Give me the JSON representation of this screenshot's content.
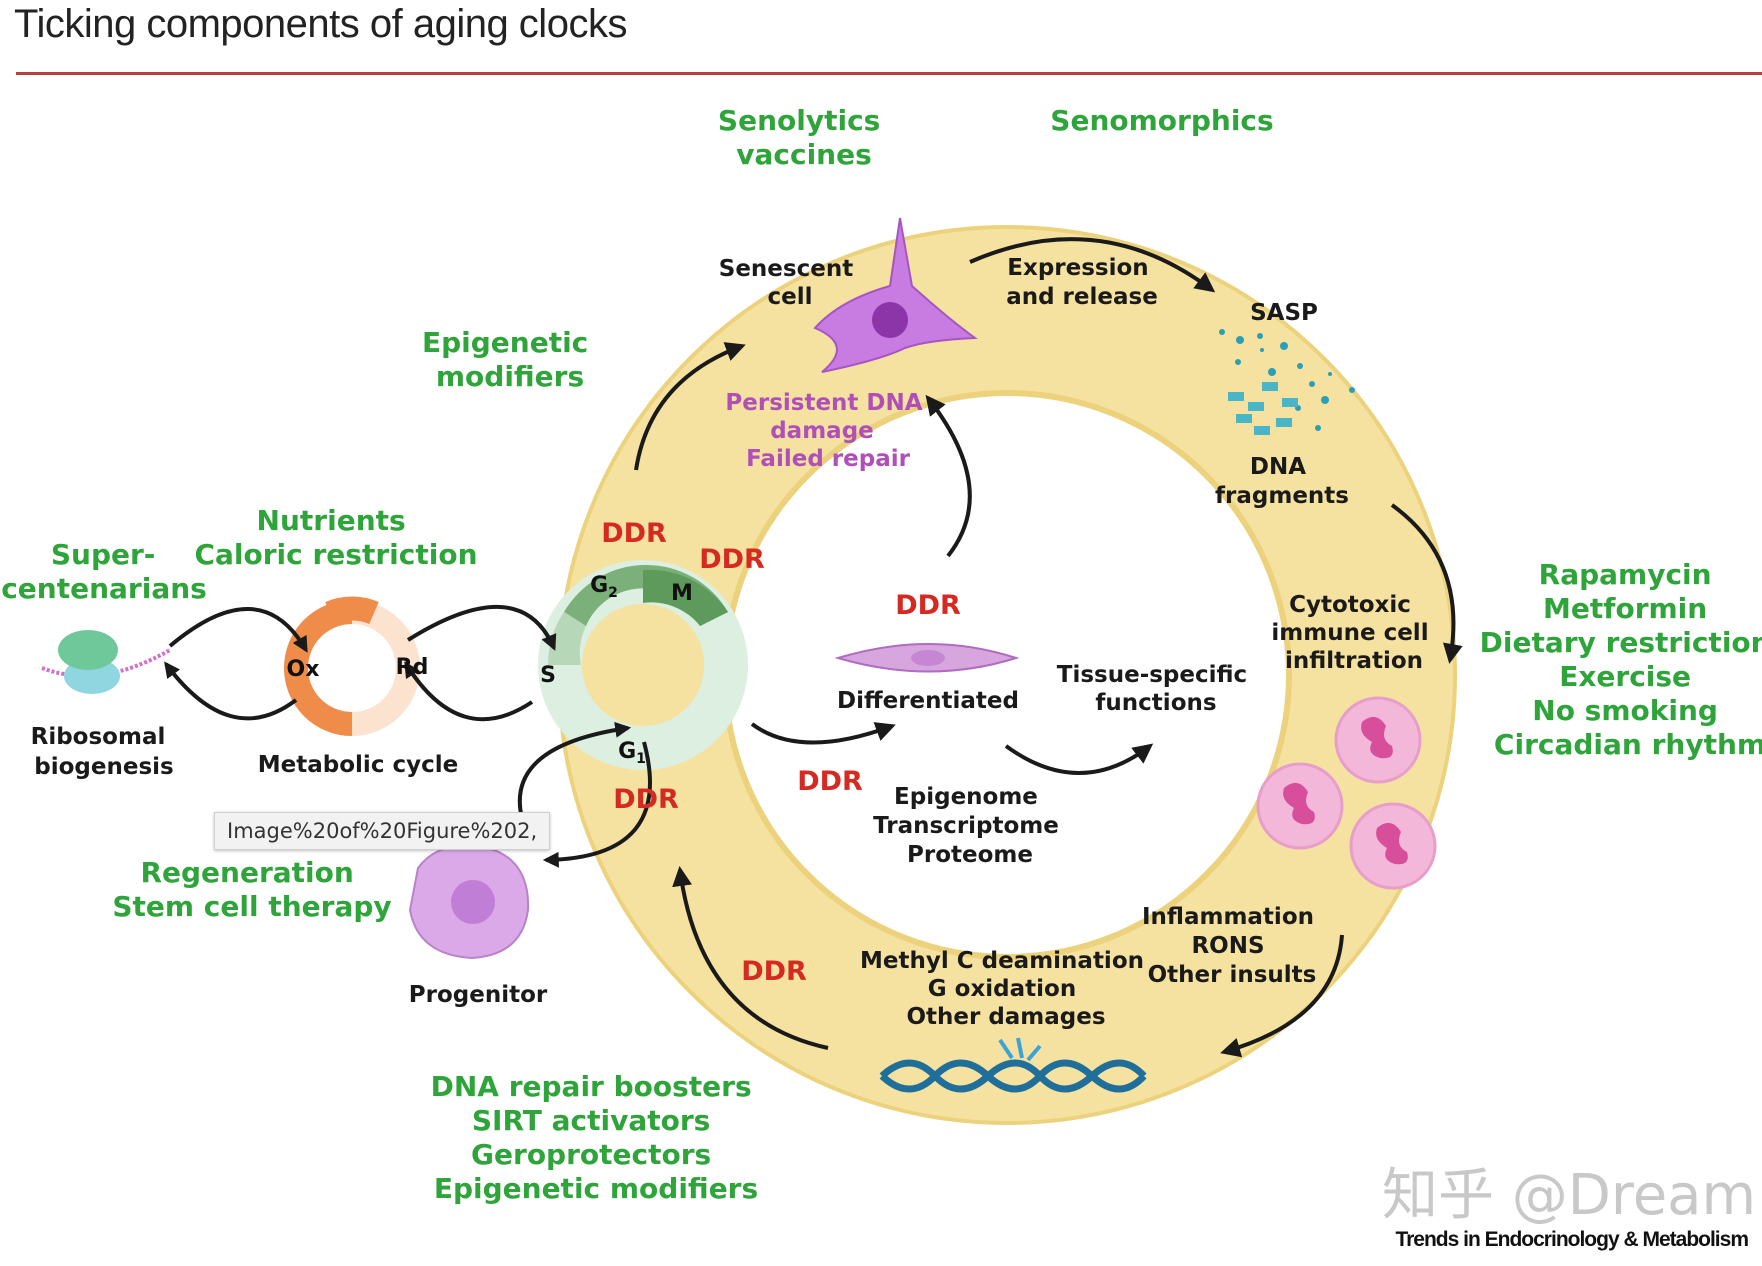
{
  "title": "Ticking components of aging clocks",
  "labels": {
    "senolytics": [
      "Senolytics",
      "vaccines"
    ],
    "senomorphics": "Senomorphics",
    "senescent_cell": [
      "Senescent",
      "cell"
    ],
    "expression_release": [
      "Expression",
      "and release"
    ],
    "sasp": "SASP",
    "dna_fragments": [
      "DNA",
      "fragments"
    ],
    "epigenetic_modifiers_top": [
      "Epigenetic",
      "modifiers"
    ],
    "persistent_dna": [
      "Persistent DNA",
      "damage",
      "Failed repair"
    ],
    "nutrients": [
      "Nutrients",
      "Caloric restriction"
    ],
    "supercentenarians": [
      "Super-",
      "centenarians"
    ],
    "ribosomal": [
      "Ribosomal",
      "biogenesis"
    ],
    "metabolic_cycle": "Metabolic cycle",
    "ox": "Ox",
    "rd": "Rd",
    "phase_g2": "G",
    "phase_g2_sub": "2",
    "phase_m": "M",
    "phase_s": "S",
    "phase_g1": "G",
    "phase_g1_sub": "1",
    "ddr": "DDR",
    "differentiated": "Differentiated",
    "tissue_specific": [
      "Tissue-specific",
      "functions"
    ],
    "epigenome": [
      "Epigenome",
      "Transcriptome",
      "Proteome"
    ],
    "cytotoxic": [
      "Cytotoxic",
      "immune cell",
      "infiltration"
    ],
    "rapamycin": [
      "Rapamycin",
      "Metformin",
      "Dietary restriction",
      "Exercise",
      "No smoking",
      "Circadian rhythm"
    ],
    "regeneration": [
      "Regeneration",
      "Stem cell therapy"
    ],
    "progenitor": "Progenitor",
    "inflammation": [
      "Inflammation",
      "RONS",
      "Other insults"
    ],
    "methyl": [
      "Methyl C deamination",
      "G oxidation",
      "Other damages"
    ],
    "dna_repair": [
      "DNA repair boosters",
      "SIRT activators",
      "Geroprotectors",
      "Epigenetic modifiers"
    ]
  },
  "tooltip": "Image%20of%20Figure%202,",
  "watermark": "知乎 @Dream",
  "journal": "Trends in Endocrinology & Metabolism",
  "colors": {
    "ring": "#f5e2a0",
    "ring_stroke": "#ecd27c",
    "green_text": "#2fa43a",
    "ddr_red": "#d42a22",
    "purple": "#b04fb8",
    "orange": "#ef8c4a",
    "cell_cycle_dark": "#5d9a5c",
    "dna_blue": "#1f6f9a"
  }
}
